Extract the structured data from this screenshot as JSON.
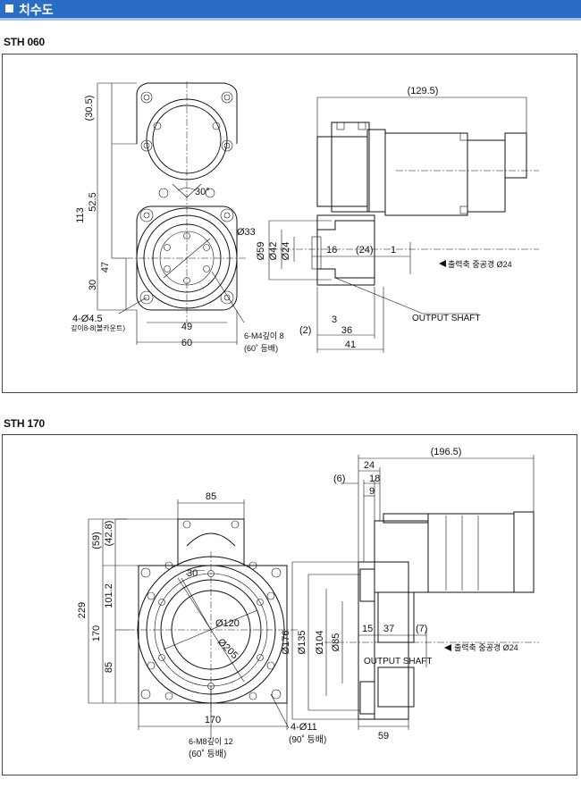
{
  "header": {
    "title": "치수도"
  },
  "models": [
    {
      "name": "STH 060",
      "front": {
        "dims": [
          "(30.5)",
          "113",
          "52.5",
          "47",
          "30",
          "49",
          "60",
          "30°",
          "Ø33"
        ],
        "holes": "4-Ø4.5",
        "holes_sub": "깊이8-8(볼카운트)",
        "tap": "6-M4깊이 8",
        "tap_sub": "(60˚ 등배)"
      },
      "side": {
        "dims": [
          "(129.5)",
          "Ø59",
          "Ø42",
          "Ø24",
          "16",
          "(24)",
          "1",
          "3",
          "(2)",
          "36",
          "41"
        ],
        "shaft_label": "OUTPUT SHAFT",
        "note": "출력축 중공경 Ø24"
      }
    },
    {
      "name": "STH 170",
      "front": {
        "dims": [
          "85",
          "(59)",
          "(42.8)",
          "101.2",
          "229",
          "170",
          "85",
          "30",
          "Ø120",
          "Ø205",
          "170"
        ],
        "tap": "6-M8깊이 12",
        "tap_sub": "(60˚ 등배)",
        "holes": "4-Ø11",
        "holes_sub": "(90˚ 등배)"
      },
      "side": {
        "dims": [
          "(196.5)",
          "24",
          "(6)",
          "18",
          "9",
          "15",
          "37",
          "(7)",
          "Ø176",
          "Ø135",
          "Ø104",
          "Ø85",
          "59"
        ],
        "shaft_label": "OUTPUT SHAFT",
        "note": "출력축 중공경 Ø24"
      }
    }
  ]
}
